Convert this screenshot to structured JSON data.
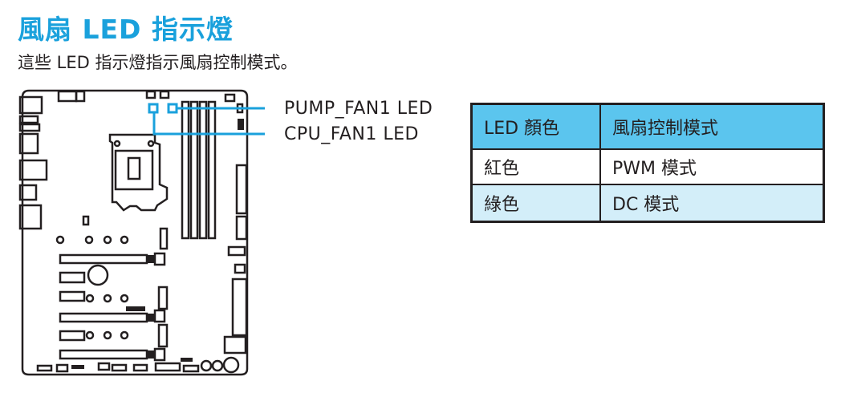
{
  "page": {
    "title": "風扇 LED 指示燈",
    "subtitle": "這些 LED 指示燈指示風扇控制模式。"
  },
  "diagram": {
    "callouts": [
      {
        "id": "pump",
        "label": "PUMP_FAN1 LED"
      },
      {
        "id": "cpu",
        "label": "CPU_FAN1 LED"
      }
    ],
    "accent_color": "#1aa1dc"
  },
  "table": {
    "headers": [
      "LED 顏色",
      "風扇控制模式"
    ],
    "rows": [
      [
        "紅色",
        "PWM 模式"
      ],
      [
        "綠色",
        "DC 模式"
      ]
    ],
    "header_bg": "#5bc5ee",
    "alt_row_bg": "#d3eef9"
  }
}
